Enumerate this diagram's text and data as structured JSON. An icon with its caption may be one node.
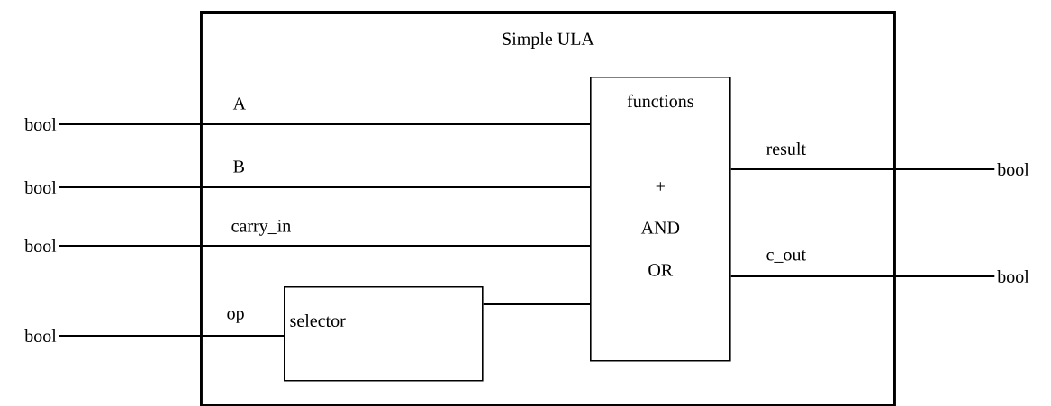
{
  "diagram": {
    "nodes": [
      {
        "text": [
          "Simple ULA"
        ]
      },
      {
        "text": [
          "functions",
          "+",
          "AND",
          "OR"
        ],
        "in": 0
      },
      {
        "text": [
          "selector"
        ],
        "in": 0
      },
      {
        "text": [
          "bool"
        ]
      },
      {
        "text": [
          "bool"
        ]
      },
      {
        "text": [
          "bool"
        ]
      },
      {
        "text": [
          "bool"
        ]
      },
      {
        "text": [
          "bool"
        ]
      },
      {
        "text": [
          "bool"
        ]
      }
    ],
    "edges": [
      {
        "from": 3,
        "to": 1,
        "arrow": "none",
        "label": "A"
      },
      {
        "from": 4,
        "to": 1,
        "arrow": "none",
        "label": "B"
      },
      {
        "from": 5,
        "to": 1,
        "arrow": "none",
        "label": "carry_in"
      },
      {
        "from": 6,
        "to": 2,
        "arrow": "none",
        "label": "op"
      },
      {
        "from": 2,
        "to": 1,
        "arrow": "none"
      },
      {
        "from": 1,
        "to": 7,
        "arrow": "none",
        "label": "result"
      },
      {
        "from": 1,
        "to": 8,
        "arrow": "none",
        "label": "c_out"
      }
    ]
  }
}
